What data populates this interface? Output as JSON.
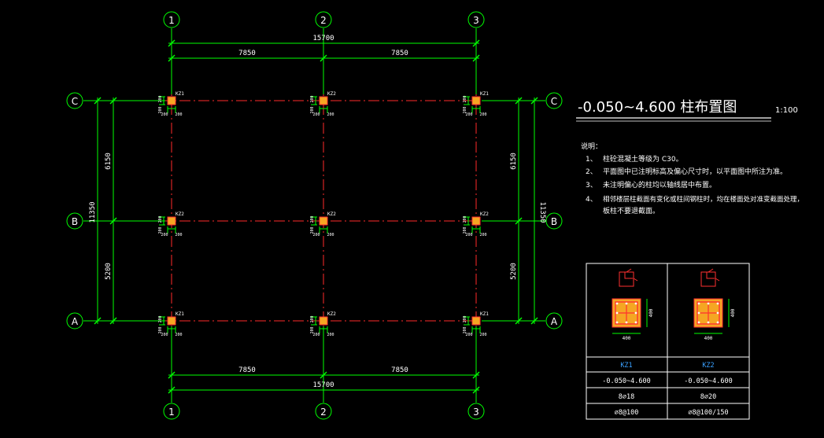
{
  "axes": {
    "vertical": [
      "1",
      "2",
      "3"
    ],
    "horizontal": [
      "C",
      "B",
      "A"
    ]
  },
  "dims": {
    "total_x": "15700",
    "span_12": "7850",
    "span_23": "7850",
    "total_y": "11350",
    "span_CB": "6150",
    "span_BA": "5200"
  },
  "columns": {
    "corner_label": "KZ1",
    "middle_label": "KZ2",
    "offset_a": "200",
    "offset_b": "200"
  },
  "title": {
    "main": "-0.050~4.600  柱布置图",
    "scale": "1:100"
  },
  "notes": {
    "header": "说明：",
    "items": [
      {
        "num": "1、",
        "text": "柱砼混凝土等级为 C30。"
      },
      {
        "num": "2、",
        "text": "平面图中已注明标高及偏心尺寸时，以平面图中所注为准。"
      },
      {
        "num": "3、",
        "text": "未注明偏心的柱均以轴线居中布置。"
      },
      {
        "num": "4、",
        "text": "相邻楼层柱截面有变化或柱间钢柱时，均在楼面处对准变截面处理，"
      },
      {
        "num": "",
        "text": "板柱不要退截面。"
      }
    ]
  },
  "table": {
    "section_width": "400",
    "section_height": "400",
    "cols": [
      {
        "name": "KZ1",
        "elev": "-0.050~4.600",
        "rebar": "8⌀18",
        "stirrup": "⌀8@100"
      },
      {
        "name": "KZ2",
        "elev": "-0.050~4.600",
        "rebar": "8⌀20",
        "stirrup": "⌀8@100/150"
      }
    ]
  },
  "colors": {
    "axis_line": "#ff2a2a",
    "dimension": "#00ff00",
    "column_fill": "#f5a623",
    "column_edge": "#ff3030",
    "text": "#ffffff",
    "table_line": "#ffffff",
    "table_text": "#3aa0ff"
  }
}
